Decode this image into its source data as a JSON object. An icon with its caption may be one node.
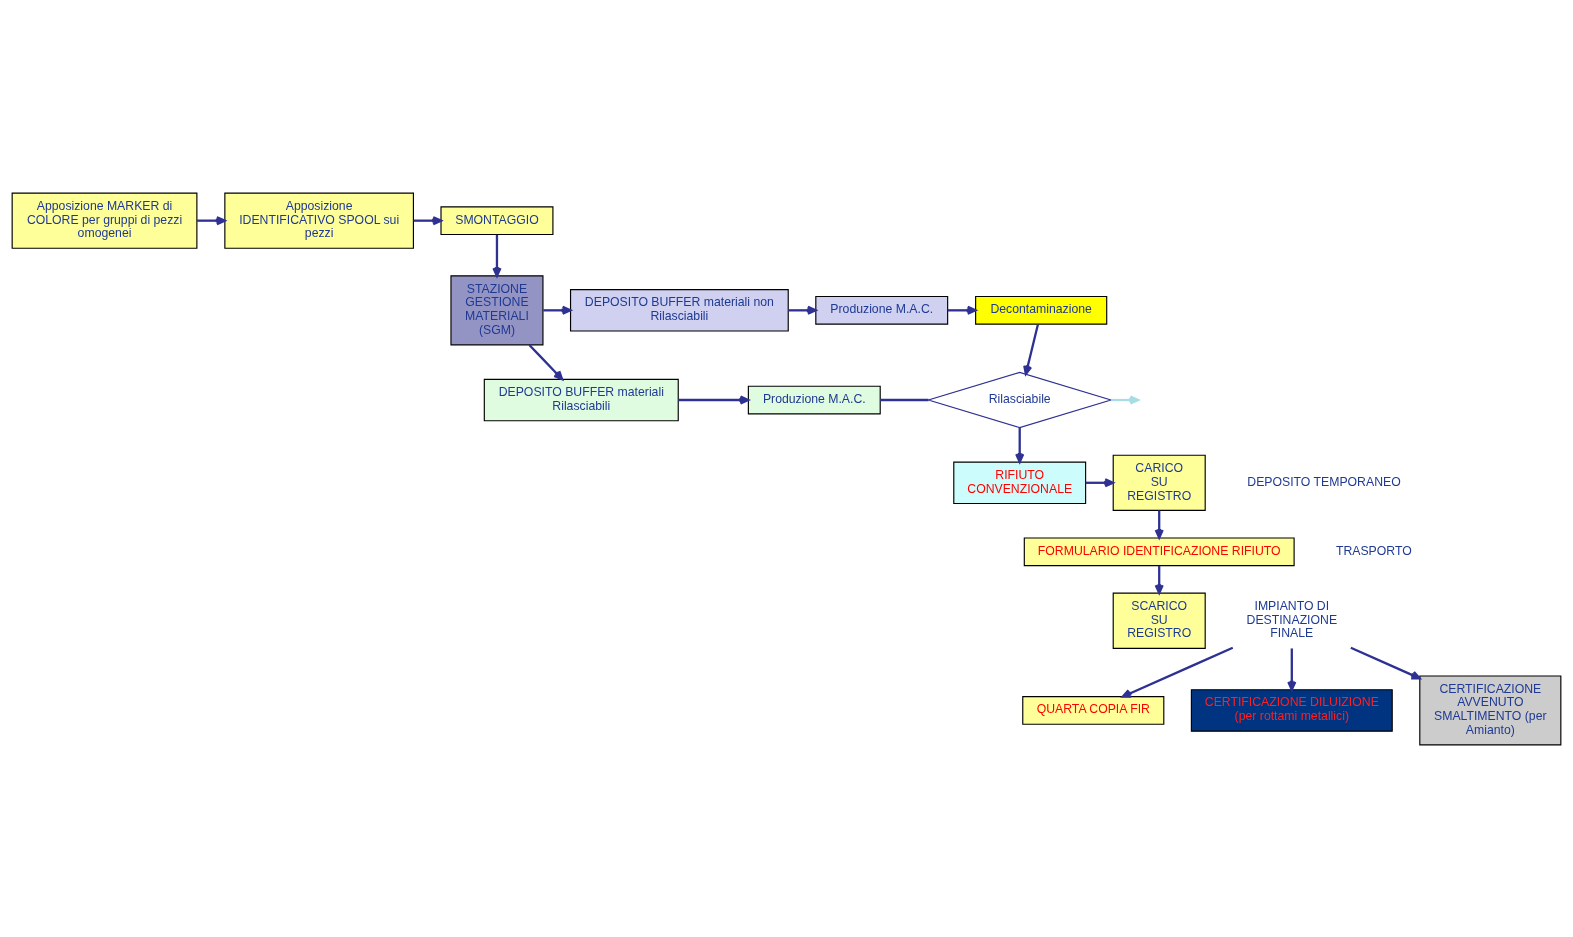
{
  "diagram": {
    "nodes": [
      {
        "text": [
          "Apposizione MARKER di COLORE per gruppi di pezzi omogenei"
        ]
      },
      {
        "text": [
          "Apposizione IDENTIFICATIVO SPOOL sui pezzi"
        ]
      },
      {
        "text": [
          "SMONTAGGIO"
        ]
      },
      {
        "text": [
          "STAZIONE GESTIONE MATERIALI (SGM)"
        ]
      },
      {
        "text": [
          "DEPOSITO BUFFER materiali non Rilasciabili"
        ]
      },
      {
        "text": [
          "Produzione M.A.C."
        ]
      },
      {
        "text": [
          "Decontaminazione"
        ]
      },
      {
        "text": [
          "Rilasciabile"
        ]
      },
      {
        "text": [
          "DEPOSITO BUFFER materiali Rilasciabili"
        ]
      },
      {
        "text": [
          "Produzione M.A.C."
        ]
      },
      {
        "text": [
          "RIFIUTO CONVENZIONALE"
        ]
      },
      {
        "text": [
          "CARICO SU REGISTRO"
        ]
      },
      {
        "text": [
          "FORMULARIO IDENTIFICAZIONE RIFIUTO"
        ]
      },
      {
        "text": [
          "SCARICO SU REGISTRO"
        ]
      },
      {
        "text": [
          "QUARTA COPIA FIR"
        ]
      },
      {
        "text": [
          "CERTIFICAZIONE DILUIZIONE",
          "(per rottami metallici)"
        ]
      },
      {
        "text": [
          "CERTIFICAZIONE AVVENUTO SMALTIMENTO (per Amianto)"
        ]
      },
      {
        "text": [
          "IMPIANTO DI DESTINAZIONE FINALE"
        ]
      }
    ],
    "edges": [
      {
        "from": 0,
        "to": 1,
        "arrow": "to"
      },
      {
        "from": 1,
        "to": 2,
        "arrow": "to"
      },
      {
        "from": 2,
        "to": 3,
        "arrow": "to"
      },
      {
        "from": 3,
        "to": 4,
        "arrow": "to"
      },
      {
        "from": 3,
        "to": 8,
        "arrow": "to"
      },
      {
        "from": 4,
        "to": 5,
        "arrow": "to"
      },
      {
        "from": 5,
        "to": 6,
        "arrow": "to"
      },
      {
        "from": 6,
        "to": 7,
        "arrow": "to"
      },
      {
        "from": 8,
        "to": 9,
        "arrow": "to"
      },
      {
        "from": 9,
        "to": 7,
        "arrow": "none"
      },
      {
        "from": 7,
        "to": null,
        "arrow": "to",
        "color": "#a8dce4"
      },
      {
        "from": 7,
        "to": 10,
        "arrow": "to"
      },
      {
        "from": 10,
        "to": 11,
        "arrow": "to"
      },
      {
        "from": 11,
        "to": 12,
        "arrow": "to"
      },
      {
        "from": 12,
        "to": 13,
        "arrow": "to"
      },
      {
        "from": 17,
        "to": 14,
        "arrow": "to"
      },
      {
        "from": 17,
        "to": 16,
        "arrow": "to"
      },
      {
        "from": 17,
        "to": 15,
        "arrow": "to"
      }
    ],
    "labels": [
      "DEPOSITO TEMPORANEO",
      "TRASPORTO"
    ]
  }
}
